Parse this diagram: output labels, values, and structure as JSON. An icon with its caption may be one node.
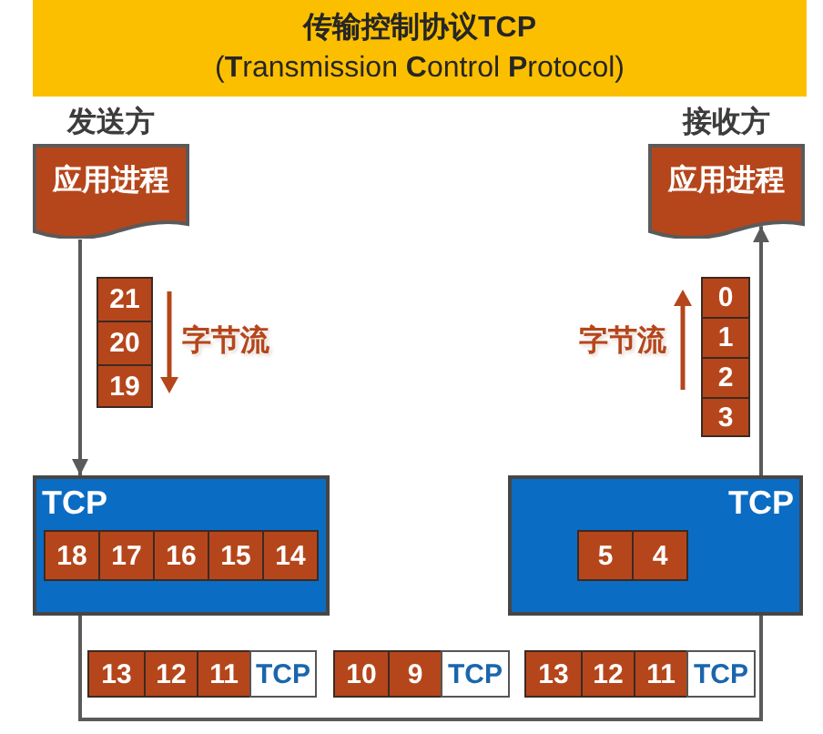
{
  "diagram": {
    "title": "传输控制协议TCP",
    "nodes": [
      {
        "text": [
          "发送方",
          "应用进程"
        ]
      },
      {
        "text": [
          "接收方",
          "应用进程"
        ]
      },
      {
        "text": [
          "21"
        ]
      },
      {
        "text": [
          "20"
        ]
      },
      {
        "text": [
          "19"
        ]
      },
      {
        "text": [
          "0"
        ]
      },
      {
        "text": [
          "1"
        ]
      },
      {
        "text": [
          "2"
        ]
      },
      {
        "text": [
          "3"
        ]
      },
      {
        "text": [
          "TCP"
        ]
      },
      {
        "text": [
          "18"
        ],
        "in": 9
      },
      {
        "text": [
          "17"
        ],
        "in": 9
      },
      {
        "text": [
          "16"
        ],
        "in": 9
      },
      {
        "text": [
          "15"
        ],
        "in": 9
      },
      {
        "text": [
          "14"
        ],
        "in": 9
      },
      {
        "text": [
          "TCP"
        ]
      },
      {
        "text": [
          "5"
        ],
        "in": 15
      },
      {
        "text": [
          "4"
        ],
        "in": 15
      },
      {
        "text": [
          "13"
        ]
      },
      {
        "text": [
          "12"
        ]
      },
      {
        "text": [
          "11"
        ]
      },
      {
        "text": [
          "TCP"
        ]
      },
      {
        "text": [
          "10"
        ]
      },
      {
        "text": [
          "9"
        ]
      },
      {
        "text": [
          "TCP"
        ]
      },
      {
        "text": [
          "13"
        ]
      },
      {
        "text": [
          "12"
        ]
      },
      {
        "text": [
          "11"
        ]
      },
      {
        "text": [
          "TCP"
        ]
      }
    ],
    "edges": [
      {
        "from": 0,
        "to": 9,
        "arrow": "to"
      },
      {
        "from": 9,
        "to": 15,
        "arrow": "none"
      },
      {
        "from": 15,
        "to": 1,
        "arrow": "to"
      }
    ],
    "labels": [
      "(**T**ransmission **C**ontrol **P**rotocol)",
      "字节流",
      "字节流"
    ]
  }
}
